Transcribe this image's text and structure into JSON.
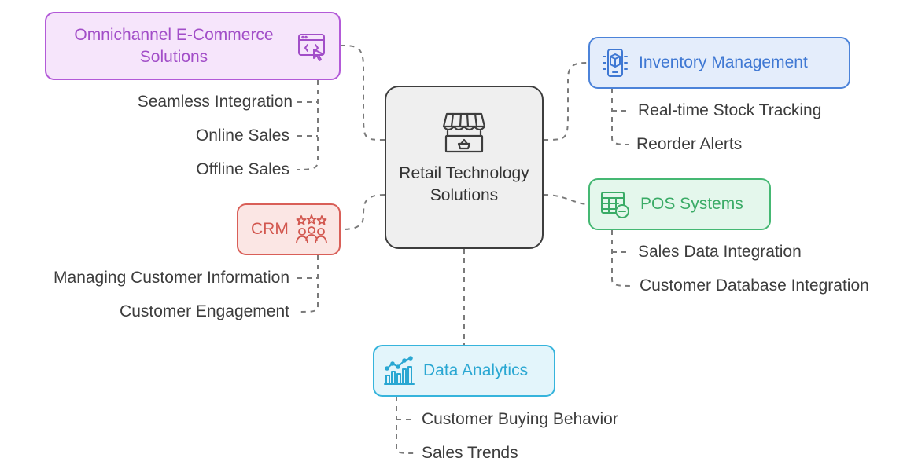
{
  "center": {
    "title": "Retail Technology Solutions",
    "icon": "store-icon"
  },
  "branches": {
    "omnichannel": {
      "title": "Omnichannel E-Commerce Solutions",
      "icon": "browser-cursor-icon",
      "color": "#b35ad8",
      "items": [
        "Seamless Integration",
        "Online Sales",
        "Offline Sales"
      ]
    },
    "inventory": {
      "title": "Inventory Management",
      "icon": "package-phone-icon",
      "color": "#4c83d9",
      "items": [
        "Real-time Stock Tracking",
        "Reorder Alerts"
      ]
    },
    "pos": {
      "title": "POS Systems",
      "icon": "spreadsheet-minus-icon",
      "color": "#45b873",
      "items": [
        "Sales Data Integration",
        "Customer Database Integration"
      ]
    },
    "crm": {
      "title": "CRM",
      "icon": "people-stars-icon",
      "color": "#d95f58",
      "items": [
        "Managing Customer Information",
        "Customer Engagement"
      ]
    },
    "analytics": {
      "title": "Data Analytics",
      "icon": "bar-chart-trend-icon",
      "color": "#36b4dc",
      "items": [
        "Customer Buying Behavior",
        "Sales Trends"
      ]
    }
  }
}
